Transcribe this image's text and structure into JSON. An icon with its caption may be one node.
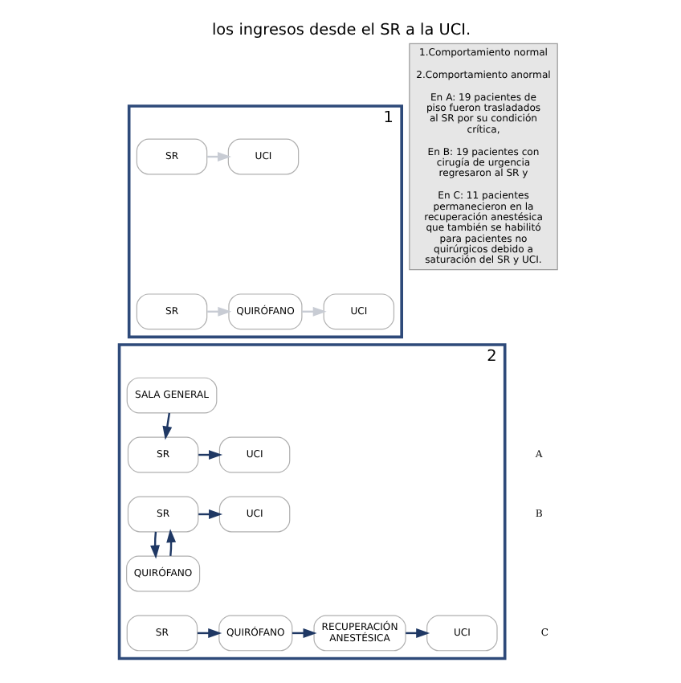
{
  "diagram": {
    "title": "los ingresos desde el SR a la UCI.",
    "nodes": [
      {
        "text": [
          "1"
        ]
      },
      {
        "text": [
          "SR"
        ],
        "in": 0
      },
      {
        "text": [
          "UCI"
        ],
        "in": 0
      },
      {
        "text": [
          "SR"
        ],
        "in": 0
      },
      {
        "text": [
          "QUIRÓFANO"
        ],
        "in": 0
      },
      {
        "text": [
          "UCI"
        ],
        "in": 0
      },
      {
        "text": [
          "2"
        ]
      },
      {
        "text": [
          "SALA GENERAL"
        ],
        "in": 6
      },
      {
        "text": [
          "SR"
        ],
        "in": 6
      },
      {
        "text": [
          "UCI"
        ],
        "in": 6
      },
      {
        "text": [
          "SR"
        ],
        "in": 6
      },
      {
        "text": [
          "UCI"
        ],
        "in": 6
      },
      {
        "text": [
          "QUIRÓFANO"
        ],
        "in": 6
      },
      {
        "text": [
          "SR"
        ],
        "in": 6
      },
      {
        "text": [
          "QUIRÓFANO"
        ],
        "in": 6
      },
      {
        "text": [
          "RECUPERACIÓN ANESTÉSICA"
        ],
        "in": 6
      },
      {
        "text": [
          "UCI"
        ],
        "in": 6
      },
      {
        "text": [
          "1.Comportamiento normal",
          "2.Comportamiento anormal",
          "En A: 19 pacientes de piso fueron trasladados al SR por su condición crítica,",
          "En B: 19 pacientes con cirugía de urgencia regresaron al SR y",
          "En C: 11 pacientes permanecieron en la recuperación anestésica que también se habilitó para pacientes no quirúrgicos debido a saturación del SR y UCI."
        ]
      }
    ],
    "edges": [
      {
        "from": 1,
        "to": 2,
        "arrow": "to",
        "color": "#c8ccd4"
      },
      {
        "from": 3,
        "to": 4,
        "arrow": "to",
        "color": "#c8ccd4"
      },
      {
        "from": 4,
        "to": 5,
        "arrow": "to",
        "color": "#c8ccd4"
      },
      {
        "from": 7,
        "to": 8,
        "arrow": "to"
      },
      {
        "from": 8,
        "to": 9,
        "arrow": "to"
      },
      {
        "from": 10,
        "to": 11,
        "arrow": "to"
      },
      {
        "from": 12,
        "to": 10,
        "arrow": "to"
      },
      {
        "from": 10,
        "to": 12,
        "arrow": "to"
      },
      {
        "from": 13,
        "to": 14,
        "arrow": "to"
      },
      {
        "from": 14,
        "to": 15,
        "arrow": "to"
      },
      {
        "from": 15,
        "to": 16,
        "arrow": "to"
      }
    ],
    "labels": [
      "A",
      "B",
      "C"
    ]
  }
}
